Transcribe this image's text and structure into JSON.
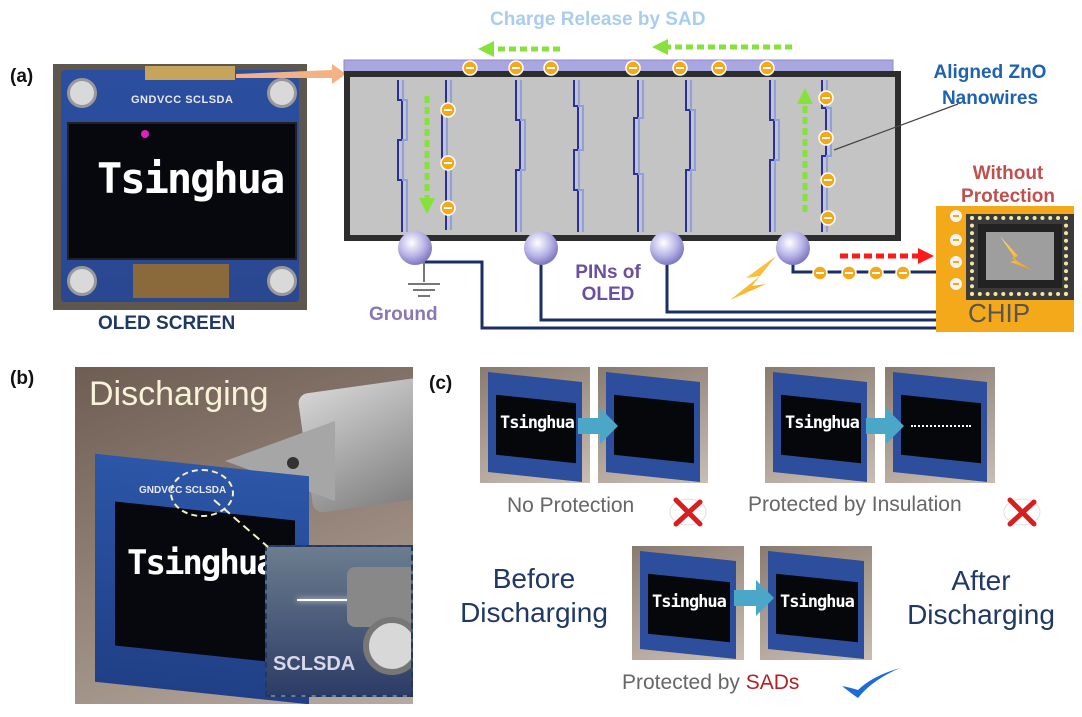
{
  "panel_a": {
    "label": "(a)",
    "oled_module_pins": "GNDVCC SCLSDA",
    "oled_display_text": "Tsinghua",
    "oled_caption": "OLED SCREEN",
    "charge_release_title": "Charge Release by SAD",
    "aligned_label_line1": "Aligned ZnO",
    "aligned_label_line2": "Nanowires",
    "without_protection_line1": "Without",
    "without_protection_line2": "Protection",
    "chip_label": "CHIP",
    "pins_label_line1": "PINs of",
    "pins_label_line2": "OLED",
    "ground_label": "Ground"
  },
  "panel_b": {
    "label": "(b)",
    "title": "Discharging",
    "display_text": "Tsinghua",
    "module_pins": "GNDVCC SCLSDA",
    "inset_pins": "SCLSDA"
  },
  "panel_c": {
    "label": "(c)",
    "screen_text": "Tsinghua",
    "no_protection_caption": "No Protection",
    "insulation_caption": "Protected by Insulation",
    "before_line1": "Before",
    "before_line2": "Discharging",
    "after_line1": "After",
    "after_line2": "Discharging",
    "sads_prefix": "Protected by ",
    "sads_highlight": "SADs"
  },
  "colors": {
    "panel_border": "#2d2d2d",
    "panel_fill": "#c4c4c4",
    "top_electrode": "#a9a6e0",
    "wire": "#1b2f66",
    "charge": "#f3a91a",
    "arrow_green": "#86e23a",
    "arrow_red": "#ff1a1a",
    "chip_frame": "#f3a91a",
    "title_blue": "#a9cdf0",
    "label_blue": "#1e62b0",
    "label_red": "#c0504d",
    "pins_purple": "#6b4fa0",
    "check_blue": "#1e6ad8",
    "cross_red": "#d81f1f"
  }
}
